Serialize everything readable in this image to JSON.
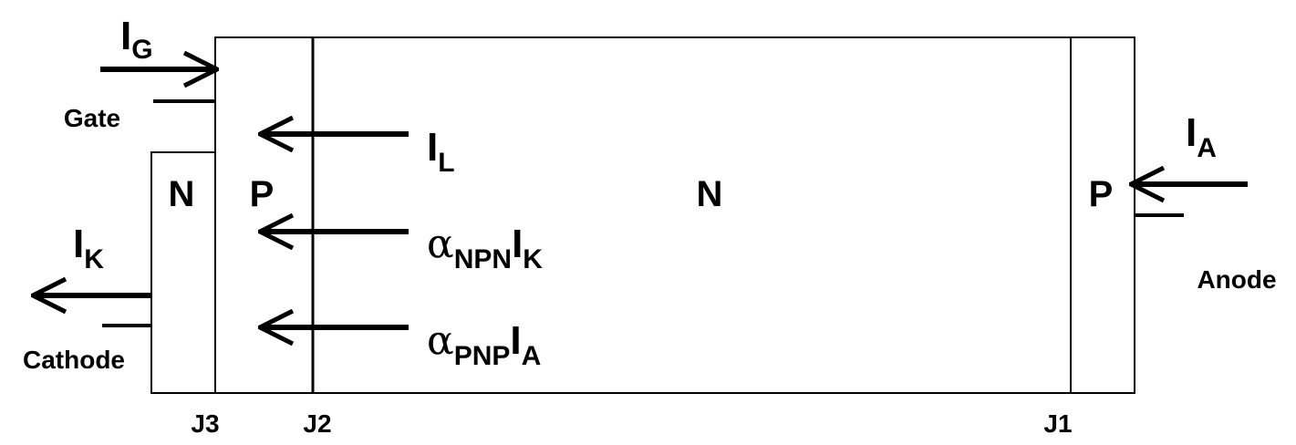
{
  "regions": {
    "n_cathode": "N",
    "p_gate": "P",
    "n_base": "N",
    "p_anode": "P"
  },
  "junctions": {
    "j1": "J1",
    "j2": "J2",
    "j3": "J3"
  },
  "terminals": {
    "gate": "Gate",
    "cathode": "Cathode",
    "anode": "Anode"
  },
  "currents": {
    "gate": {
      "symbol": "I",
      "sub": "G"
    },
    "cathode": {
      "symbol": "I",
      "sub": "K"
    },
    "anode": {
      "symbol": "I",
      "sub": "A"
    },
    "leakage": {
      "symbol": "I",
      "sub": "L"
    },
    "npn": {
      "alpha": "α",
      "alpha_sub": "NPN",
      "symbol": "I",
      "sub": "K"
    },
    "pnp": {
      "alpha": "α",
      "alpha_sub": "PNP",
      "symbol": "I",
      "sub": "A"
    }
  }
}
